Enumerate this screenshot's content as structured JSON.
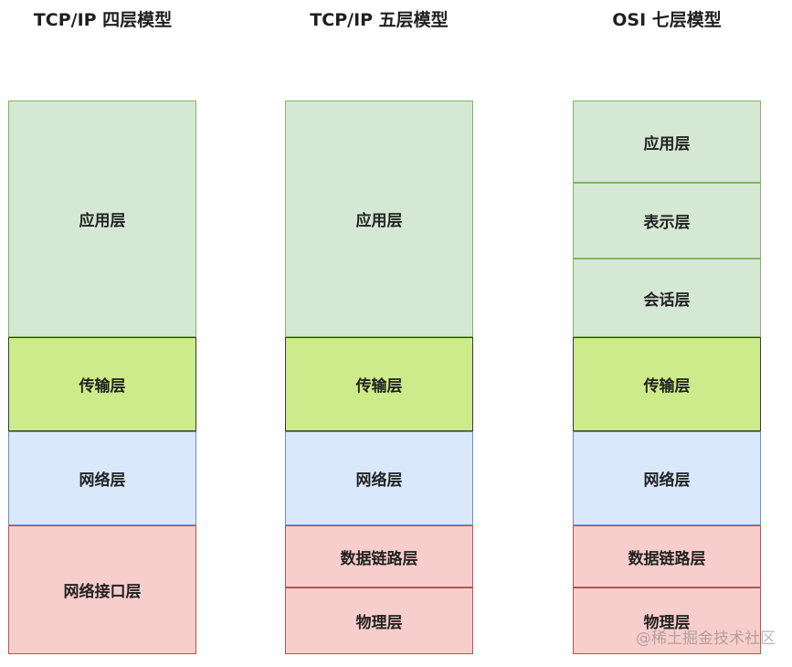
{
  "models": [
    {
      "title": "TCP/IP 四层模型",
      "layers": [
        {
          "label": "应用层",
          "kind": "application"
        },
        {
          "label": "传输层",
          "kind": "transport"
        },
        {
          "label": "网络层",
          "kind": "network"
        },
        {
          "label": "网络接口层",
          "kind": "link"
        }
      ]
    },
    {
      "title": "TCP/IP 五层模型",
      "layers": [
        {
          "label": "应用层",
          "kind": "application"
        },
        {
          "label": "传输层",
          "kind": "transport"
        },
        {
          "label": "网络层",
          "kind": "network"
        },
        {
          "label": "数据链路层",
          "kind": "link"
        },
        {
          "label": "物理层",
          "kind": "link"
        }
      ]
    },
    {
      "title": "OSI 七层模型",
      "layers": [
        {
          "label": "应用层",
          "kind": "application"
        },
        {
          "label": "表示层",
          "kind": "application"
        },
        {
          "label": "会话层",
          "kind": "application"
        },
        {
          "label": "传输层",
          "kind": "transport"
        },
        {
          "label": "网络层",
          "kind": "network"
        },
        {
          "label": "数据链路层",
          "kind": "link"
        },
        {
          "label": "物理层",
          "kind": "link"
        }
      ]
    }
  ],
  "colors": {
    "application_fill": "#d5e8d4",
    "transport_fill": "#cdeb8b",
    "network_fill": "#dae8fc",
    "link_fill": "#f8cecc"
  },
  "watermark": "@稀土掘金技术社区"
}
